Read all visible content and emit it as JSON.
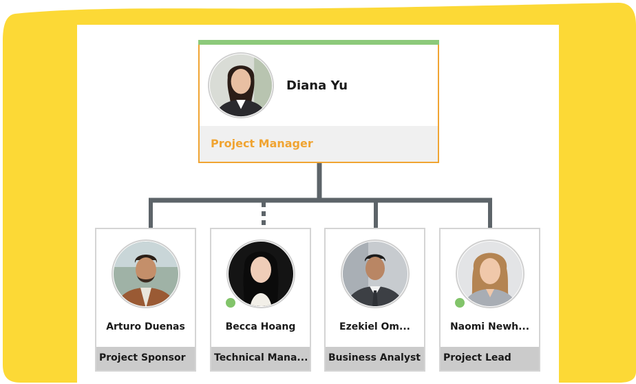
{
  "colors": {
    "background_blob": "#fcd936",
    "manager_border": "#f0a432",
    "manager_accent": "#8cc97a",
    "manager_role_text": "#f0a432",
    "connector": "#5d6469",
    "status_online": "#82c46a"
  },
  "manager": {
    "name": "Diana Yu",
    "role": "Project Manager",
    "photo_icon": "person-avatar"
  },
  "reports": [
    {
      "name": "Arturo Duenas",
      "role": "Project Sponsor",
      "status_dot": false,
      "link": "solid"
    },
    {
      "name": "Becca Hoang",
      "role": "Technical Mana...",
      "status_dot": true,
      "link": "dotted"
    },
    {
      "name": "Ezekiel Om...",
      "role": "Business Analyst",
      "status_dot": false,
      "link": "solid"
    },
    {
      "name": "Naomi Newh...",
      "role": "Project Lead",
      "status_dot": true,
      "link": "solid"
    }
  ]
}
